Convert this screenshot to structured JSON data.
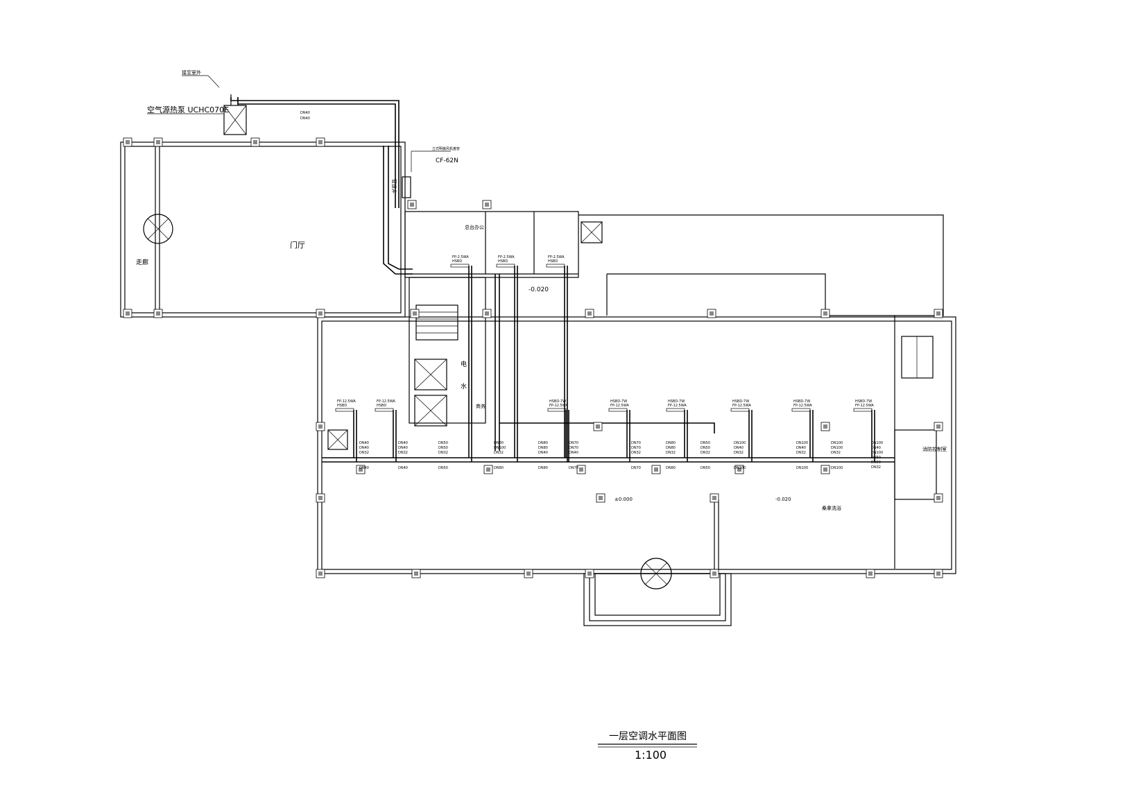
{
  "drawing": {
    "title": "一层空调水平面图",
    "scale": "1:100"
  },
  "outdoor_unit": {
    "label": "空气源热泵 UCHC070E",
    "pipe_label_1": "DN40",
    "pipe_label_2": "DN40",
    "connect_label": "接至室外"
  },
  "fresh_air_unit": {
    "label": "立式明装风机盘管",
    "model": "CF-62N"
  },
  "rooms": {
    "lobby": "门厅",
    "corridor": "走廊",
    "front_desk": "总台办公",
    "power": "电",
    "water": "水",
    "shop": "商务",
    "sauna": "桑拿洗浴",
    "fire_control": "消防控制室",
    "pipe_shaft": "管道井"
  },
  "levels": {
    "l1": "-0.020",
    "l2": "±0.000",
    "l3": "-0.020"
  },
  "fan_coils": [
    {
      "model": "FP-12.5WA",
      "sub": "HSBD"
    },
    {
      "model": "FP-12.5WA",
      "sub": "HSBD"
    },
    {
      "model": "FP-2.5WA",
      "sub": "HSBD"
    },
    {
      "model": "FP-2.5WA",
      "sub": "HSBD"
    },
    {
      "model": "FP-2.5WA",
      "sub": "HSBD"
    },
    {
      "model": "HSBD-7W",
      "sub": "FP-12.5WA"
    },
    {
      "model": "HSBD-7W",
      "sub": "FP-12.5WA"
    },
    {
      "model": "HSBD-7W",
      "sub": "FP-12.5WA"
    },
    {
      "model": "HSBD-7W",
      "sub": "FP-12.5WA"
    },
    {
      "model": "HSBD-7W",
      "sub": "FP-12.5WA"
    },
    {
      "model": "HSBD-7W",
      "sub": "FP-12.5WA"
    }
  ],
  "pipe_tags": [
    [
      "DN40",
      "DN40",
      "DN32"
    ],
    [
      "DN40",
      "DN40",
      "DN32"
    ],
    [
      "DN50",
      "DN50",
      "DN32"
    ],
    [
      "DN80",
      "DN100",
      "DN32"
    ],
    [
      "DN80",
      "DN80",
      "DN40"
    ],
    [
      "DN70",
      "DN70",
      "DN40"
    ],
    [
      "DN70",
      "DN70",
      "DN32"
    ],
    [
      "DN80",
      "DN80",
      "DN32"
    ],
    [
      "DN50",
      "DN50",
      "DN32"
    ],
    [
      "DN100",
      "DN40",
      "DN32"
    ],
    [
      "DN100",
      "DN40",
      "DN32"
    ],
    [
      "DN100",
      "DN100",
      "DN32"
    ]
  ],
  "riser_tags": [
    "DN100",
    "DN40",
    "DN100",
    "DN50",
    "DN50",
    "DN32"
  ]
}
